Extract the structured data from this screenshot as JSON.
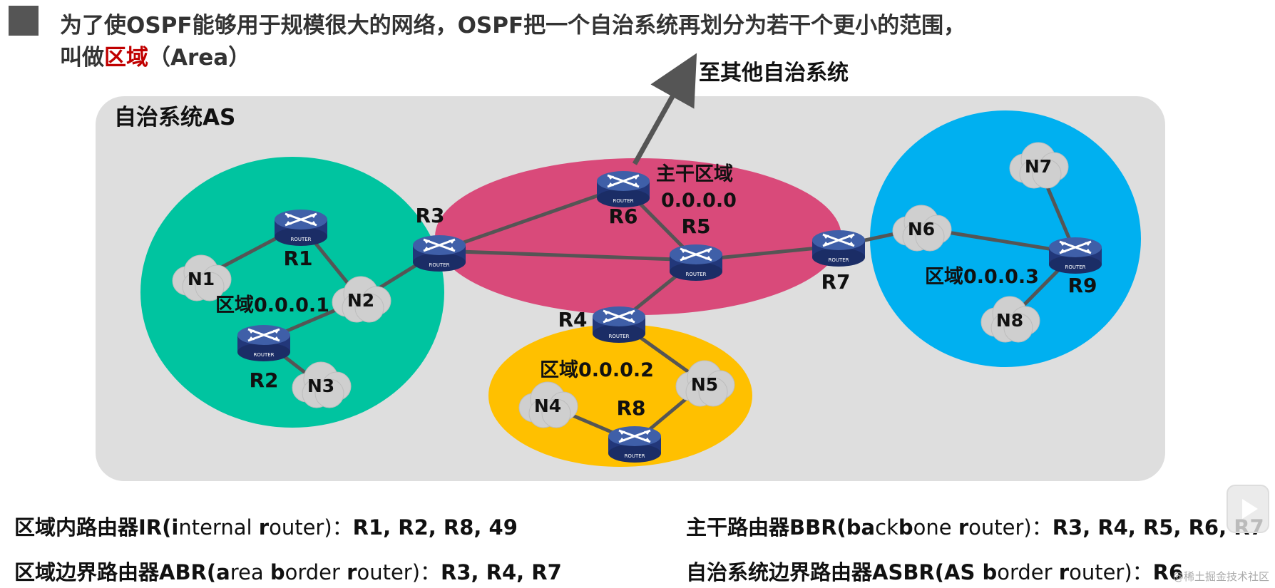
{
  "header": {
    "line1": "为了使OSPF能够用于规模很大的网络，OSPF把一个自治系统再划分为若干个更小的范围，",
    "line2_prefix": "叫做",
    "line2_highlight": "区域",
    "line2_suffix": "（Area）"
  },
  "diagram": {
    "as_label": "自治系统AS",
    "external_label": "至其他自治系统",
    "router_badge": "ROUTER",
    "areas": [
      {
        "id": "area0",
        "label_line1": "主干区域",
        "label_line2": "0.0.0.0",
        "color": "#d94a7a"
      },
      {
        "id": "area1",
        "label": "区域0.0.0.1",
        "color": "#00c4a0"
      },
      {
        "id": "area2",
        "label": "区域0.0.0.2",
        "color": "#ffc000"
      },
      {
        "id": "area3",
        "label": "区域0.0.0.3",
        "color": "#00b0f0"
      }
    ],
    "routers": [
      {
        "id": "R1",
        "label": "R1"
      },
      {
        "id": "R2",
        "label": "R2"
      },
      {
        "id": "R3",
        "label": "R3"
      },
      {
        "id": "R4",
        "label": "R4"
      },
      {
        "id": "R5",
        "label": "R5"
      },
      {
        "id": "R6",
        "label": "R6"
      },
      {
        "id": "R7",
        "label": "R7"
      },
      {
        "id": "R8",
        "label": "R8"
      },
      {
        "id": "R9",
        "label": "R9"
      }
    ],
    "networks": [
      {
        "id": "N1",
        "label": "N1"
      },
      {
        "id": "N2",
        "label": "N2"
      },
      {
        "id": "N3",
        "label": "N3"
      },
      {
        "id": "N4",
        "label": "N4"
      },
      {
        "id": "N5",
        "label": "N5"
      },
      {
        "id": "N6",
        "label": "N6"
      },
      {
        "id": "N7",
        "label": "N7"
      },
      {
        "id": "N8",
        "label": "N8"
      }
    ],
    "links": [
      [
        "R1",
        "N1"
      ],
      [
        "R1",
        "N2"
      ],
      [
        "N2",
        "R3"
      ],
      [
        "N2",
        "R2"
      ],
      [
        "R2",
        "N3"
      ],
      [
        "R3",
        "R6"
      ],
      [
        "R3",
        "R5"
      ],
      [
        "R6",
        "R5"
      ],
      [
        "R5",
        "R7"
      ],
      [
        "R5",
        "R4"
      ],
      [
        "R4",
        "N5"
      ],
      [
        "N5",
        "R8"
      ],
      [
        "R8",
        "N4"
      ],
      [
        "R7",
        "N6"
      ],
      [
        "N6",
        "R9"
      ],
      [
        "R9",
        "N7"
      ],
      [
        "R9",
        "N8"
      ]
    ]
  },
  "footer": {
    "ir_prefix": "区域内路由器IR(",
    "ir_i": "i",
    "ir_mid": "nternal ",
    "ir_r": "r",
    "ir_rest": "outer)：",
    "ir_value": "R1, R2, R8, 49",
    "abr_prefix": "区域边界路由器ABR(",
    "abr_a": "a",
    "abr_mid": "rea ",
    "abr_b": "b",
    "abr_mid2": "order ",
    "abr_r": "r",
    "abr_rest": "outer)：",
    "abr_value": "R3, R4, R7",
    "bbr_prefix": "主干路由器BBR(",
    "bbr_ba": "ba",
    "bbr_c": "ck",
    "bbr_b": "b",
    "bbr_one": "one ",
    "bbr_r": "r",
    "bbr_rest": "outer)：",
    "bbr_value": "R3, R4, R5, R6, R7",
    "asbr_prefix": "自治系统边界路由器ASBR(AS ",
    "asbr_b": "b",
    "asbr_mid": "order ",
    "asbr_r": "r",
    "asbr_rest": "outer)：",
    "asbr_value": "R6"
  },
  "watermark": "@稀土掘金技术社区"
}
